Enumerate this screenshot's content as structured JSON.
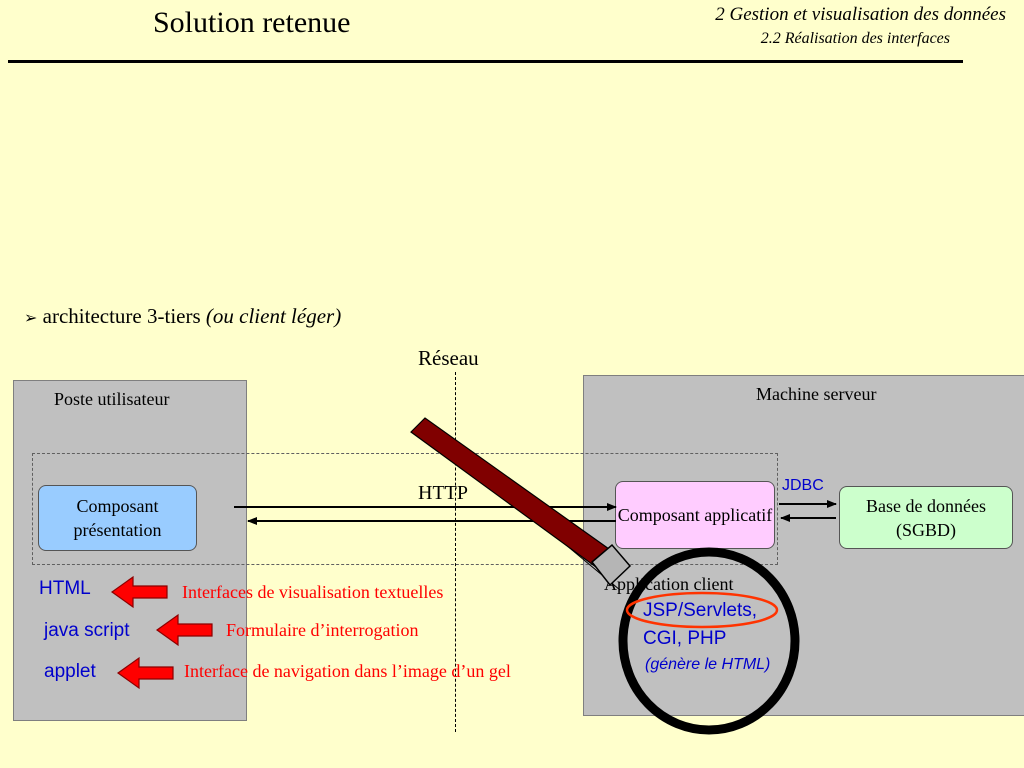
{
  "header": {
    "title": "Solution retenue",
    "section": "2 Gestion et visualisation des données",
    "subsection": "2.2 Réalisation des interfaces"
  },
  "bullet": {
    "symbol": "➢",
    "text": "architecture 3-tiers ",
    "italic": "(ou client léger)"
  },
  "diagram": {
    "network_label": "Réseau",
    "client_panel_title": "Poste utilisateur",
    "server_panel_title": "Machine serveur",
    "presentation_component": "Composant présentation",
    "application_component": "Composant applicatif",
    "database": "Base de données (SGBD)",
    "http_label": "HTTP",
    "jdbc_label": "JDBC",
    "client_techs": [
      {
        "tech": "HTML",
        "description": "Interfaces de visualisation textuelles"
      },
      {
        "tech": "java script",
        "description": "Formulaire d’interrogation"
      },
      {
        "tech": "applet",
        "description": "Interface de navigation dans l’image d’un gel"
      }
    ],
    "server_app": {
      "label": "Application client",
      "line1": "JSP/Servlets,",
      "line2": "CGI, PHP",
      "note": "(génère le HTML)"
    },
    "colors": {
      "panel": "#c0c0c0",
      "presentation": "#99ccff",
      "application": "#ffccff",
      "database": "#ccffcc",
      "arrow_red": "#ff0000",
      "tech_blue": "#0000cc",
      "magnifier_handle": "#800000"
    }
  }
}
